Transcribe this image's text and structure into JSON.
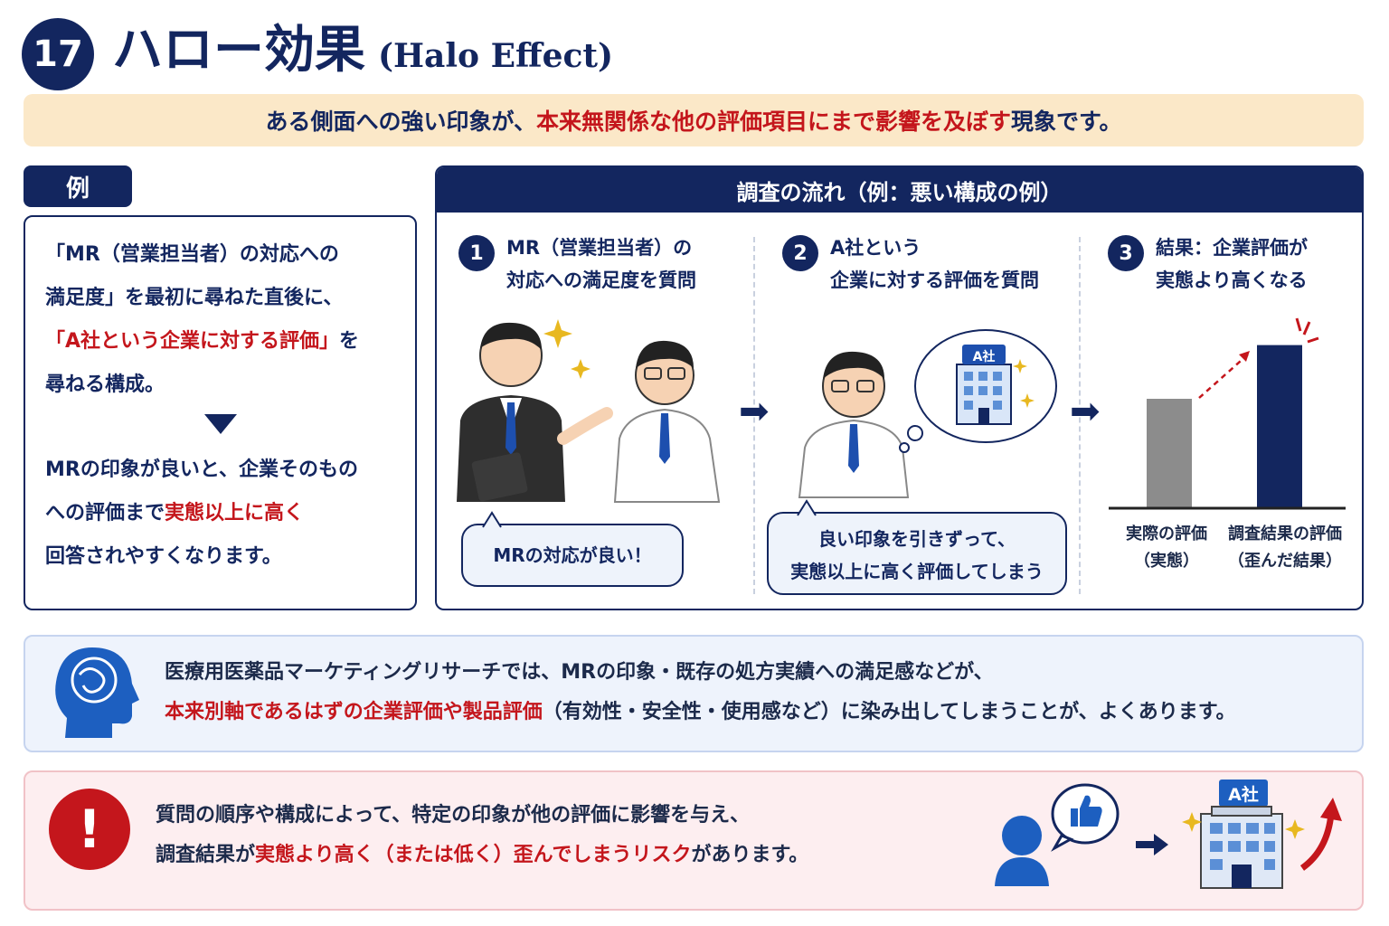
{
  "header": {
    "number": "17",
    "title": "ハロー効果",
    "subtitle": "(Halo Effect)"
  },
  "definition": {
    "part1": "ある側面への強い印象が、",
    "part2": "本来無関係な他の評価項目にまで影響を及ぼす",
    "part3": "現象です。"
  },
  "example": {
    "tab": "例",
    "line1": "「MR（営業担当者）の対応への",
    "line2": "満足度」を最初に尋ねた直後に、",
    "line3": "「A社という企業に対する評価」",
    "line3_tail": "を",
    "line4": "尋ねる構成。",
    "line5": "MRの印象が良いと、企業そのもの",
    "line6a": "への評価まで",
    "line6b": "実態以上に高く",
    "line7": "回答されやすくなります。"
  },
  "flow": {
    "title": "調査の流れ（例：悪い構成の例）",
    "steps": [
      {
        "num": "1",
        "line1": "MR（営業担当者）の",
        "line2": "対応への満足度を質問",
        "bubble": "MRの対応が良い！"
      },
      {
        "num": "2",
        "line1": "A社という",
        "line2": "企業に対する評価を質問",
        "bubble1": "良い印象を引きずって、",
        "bubble2": "実態以上に高く評価してしまう",
        "thought_label": "A社"
      },
      {
        "num": "3",
        "line1": "結果：企業評価が",
        "line2": "実態より高くなる"
      }
    ],
    "bars": [
      {
        "label1": "実際の評価",
        "label2": "（実態）",
        "value": 0.55,
        "color": "#8c8c8c"
      },
      {
        "label1": "調査結果の評価",
        "label2": "（歪んだ結果）",
        "value": 0.82,
        "color": "#13265f"
      }
    ]
  },
  "note_blue": {
    "line1": "医療用医薬品マーケティングリサーチでは、MRの印象・既存の処方実績への満足感などが、",
    "line2_red": "本来別軸であるはずの企業評価や製品評価",
    "line2_tail": "（有効性・安全性・使用感など）に染み出してしまうことが、よくあります。"
  },
  "note_red": {
    "line1": "質問の順序や構成によって、特定の印象が他の評価に影響を与え、",
    "line2a": "調査結果が",
    "line2b": "実態より高く（または低く）歪んでしまうリスク",
    "line2c": "があります。",
    "company_label": "A社"
  }
}
